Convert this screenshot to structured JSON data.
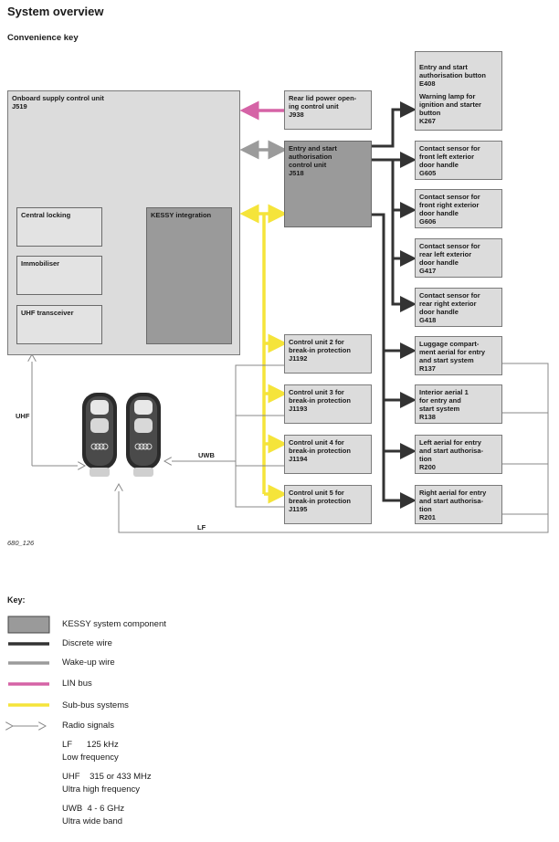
{
  "title": "System overview",
  "subtitle": "Convenience key",
  "figure_id": "680_126",
  "boxes": {
    "j519": "Onboard supply control unit\nJ519",
    "central_locking": "Central locking",
    "immobiliser": "Immobiliser",
    "uhf_transceiver": "UHF transceiver",
    "kessy": "KESSY integration",
    "j938": "Rear lid power open-\ning control unit\nJ938",
    "j518": "Entry and start\nauthorisation\ncontrol unit\nJ518",
    "e408": "Entry and start\nauthorisation button\nE408",
    "k267": "Warning lamp for\nignition and starter\nbutton\nK267",
    "g605": "Contact sensor for\nfront left exterior\ndoor handle\nG605",
    "g606": "Contact sensor for\nfront right exterior\ndoor handle\nG606",
    "g417": "Contact sensor for\nrear left exterior\ndoor handle\nG417",
    "g418": "Contact sensor for\nrear right exterior\ndoor handle\nG418",
    "j1192": "Control unit 2 for\nbreak-in protection\nJ1192",
    "j1193": "Control unit 3 for\nbreak-in protection\nJ1193",
    "j1194": "Control unit 4 for\nbreak-in protection\nJ1194",
    "j1195": "Control unit 5 for\nbreak-in protection\nJ1195",
    "r137": "Luggage compart-\nment aerial for entry\nand start system\nR137",
    "r138": "Interior aerial 1\nfor entry and\nstart system\nR138",
    "r200": "Left aerial for entry\nand start authorisa-\ntion\nR200",
    "r201": "Right aerial for entry\nand start authorisa-\ntion\nR201"
  },
  "signal_labels": {
    "uhf": "UHF",
    "uwb": "UWB",
    "lf": "LF"
  },
  "colors": {
    "discrete": "#333333",
    "wakeup": "#9b9b9b",
    "lin": "#d563a6",
    "subbus": "#f5e43a",
    "component": "#9a9a9a"
  },
  "key": {
    "title": "Key:",
    "items": [
      {
        "label": "KESSY system component"
      },
      {
        "label": "Discrete wire"
      },
      {
        "label": "Wake-up wire"
      },
      {
        "label": "LIN bus"
      },
      {
        "label": "Sub-bus systems"
      },
      {
        "label": "Radio signals"
      }
    ],
    "freqs": [
      {
        "line1": "LF      125 kHz",
        "line2": "Low frequency"
      },
      {
        "line1": "UHF    315 or 433 MHz",
        "line2": "Ultra high frequency"
      },
      {
        "line1": "UWB  4 - 6 GHz",
        "line2": "Ultra wide band"
      }
    ]
  }
}
